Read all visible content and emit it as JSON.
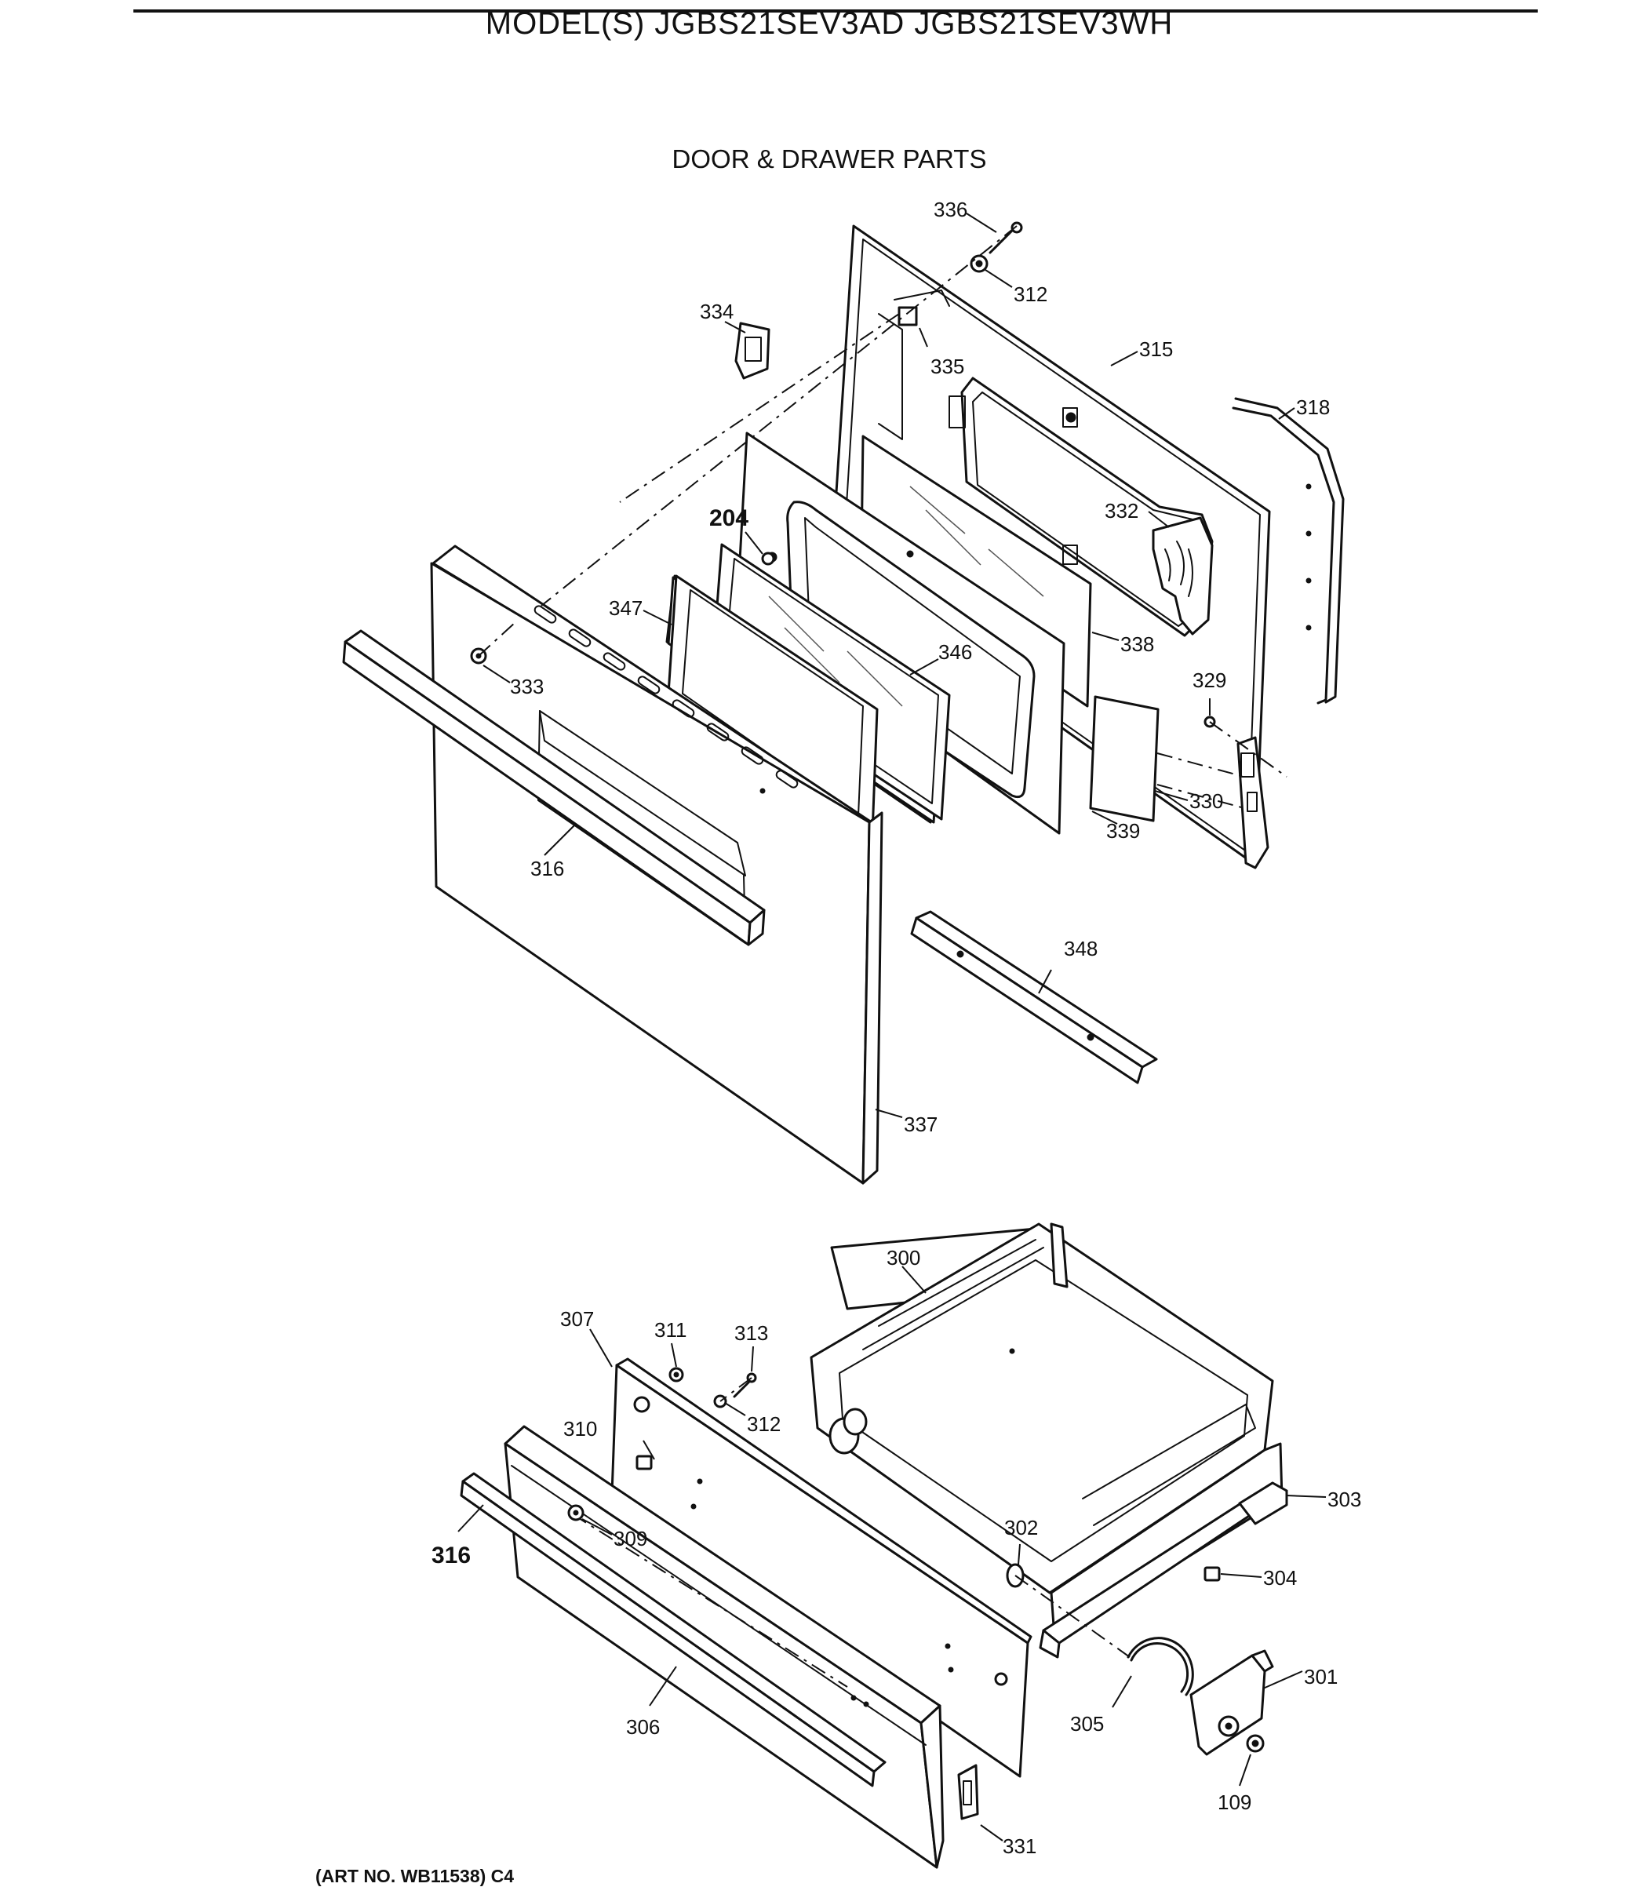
{
  "header": {
    "model_title": "MODEL(S) JGBS21SEV3AD  JGBS21SEV3WH",
    "section_title": "DOOR & DRAWER PARTS"
  },
  "footer": {
    "art_number": "(ART NO. WB11538) C4"
  },
  "parts": {
    "p336": "336",
    "p312a": "312",
    "p334": "334",
    "p335": "335",
    "p315": "315",
    "p318": "318",
    "p204": "204",
    "p332": "332",
    "p347": "347",
    "p346": "346",
    "p338": "338",
    "p333": "333",
    "p329": "329",
    "p330": "330",
    "p339": "339",
    "p316a": "316",
    "p348": "348",
    "p337": "337",
    "p300": "300",
    "p307": "307",
    "p311": "311",
    "p313": "313",
    "p310": "310",
    "p312b": "312",
    "p303": "303",
    "p316b": "316",
    "p309": "309",
    "p302": "302",
    "p304": "304",
    "p301": "301",
    "p305": "305",
    "p306": "306",
    "p109": "109",
    "p331": "331"
  }
}
